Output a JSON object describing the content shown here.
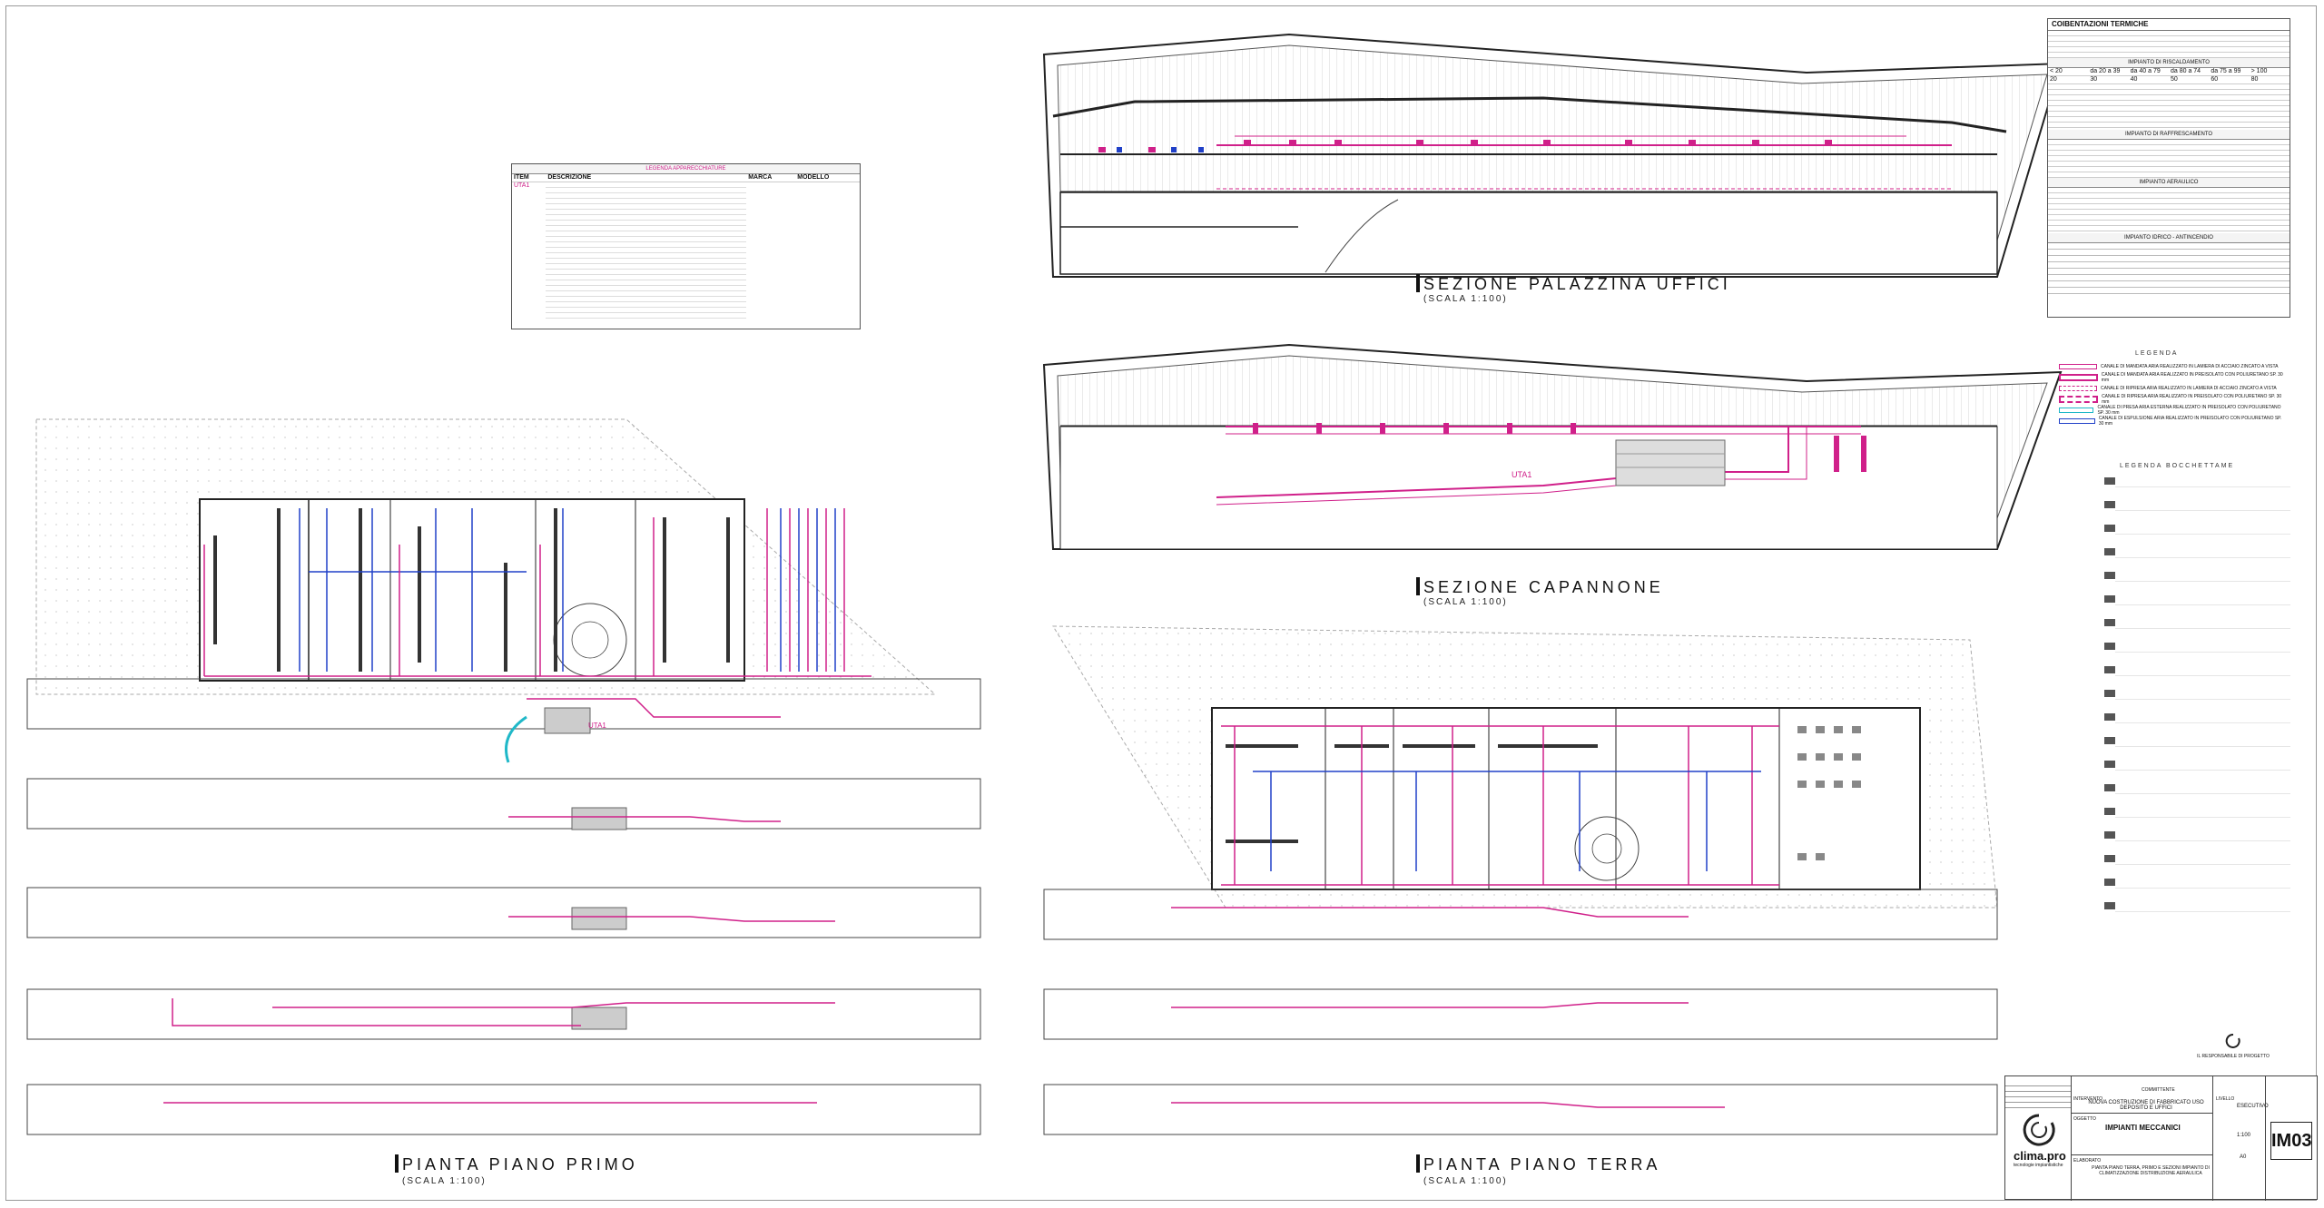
{
  "titles": {
    "palazzina": "SEZIONE PALAZZINA UFFICI",
    "capannone": "SEZIONE CAPANNONE",
    "primo": "PIANTA PIANO PRIMO",
    "terra": "PIANTA PIANO TERRA",
    "scale": "(SCALA 1:100)"
  },
  "legend_apparecchiature": {
    "title": "LEGENDA APPARECCHIATURE",
    "headers": [
      "ITEM",
      "DESCRIZIONE",
      "MARCA",
      "MODELLO"
    ],
    "item": "UTA1"
  },
  "coibentazioni": {
    "title": "COIBENTAZIONI TERMICHE",
    "sections": [
      "IMPIANTO DI RISCALDAMENTO",
      "IMPIANTO DI RAFFRESCAMENTO",
      "IMPIANTO AERAULICO",
      "IMPIANTO IDRICO - ANTINCENDIO"
    ],
    "diameters_header": [
      "< 20",
      "da 20 a 39",
      "da 40 a 79",
      "da 80 a 74",
      "da 75 a 99",
      "> 100"
    ],
    "diameters_values": [
      "20",
      "30",
      "40",
      "50",
      "60",
      "80"
    ]
  },
  "legenda": {
    "title": "LEGENDA",
    "items": [
      "CANALE DI MANDATA ARIA REALIZZATO IN LAMIERA DI ACCIAIO ZINCATO A VISTA",
      "CANALE DI MANDATA ARIA REALIZZATO IN PREISOLATO CON POLIURETANO SP. 30 mm",
      "CANALE DI RIPRESA ARIA REALIZZATO IN LAMIERA DI ACCIAIO ZINCATO A VISTA",
      "CANALE DI RIPRESA ARIA REALIZZATO IN PREISOLATO CON POLIURETANO SP. 30 mm",
      "CANALE DI PRESA ARIA ESTERNA REALIZZATO IN PREISOLATO CON POLIURETANO SP. 30 mm",
      "CANALE DI ESPULSIONE ARIA REALIZZATO IN PREISOLATO CON POLIURETANO SP. 30 mm"
    ]
  },
  "legenda_bocchettame": {
    "title": "LEGENDA BOCCHETTAME"
  },
  "labels": {
    "uta1": "UTA1"
  },
  "title_block": {
    "committente_label": "COMMITTENTE",
    "intervento_label": "INTERVENTO",
    "intervento": "NUOVA COSTRUZIONE DI FABBRICATO USO DEPOSITO E UFFICI",
    "oggetto_label": "OGGETTO",
    "oggetto": "IMPIANTI MECCANICI",
    "elaborato_label": "ELABORATO",
    "elaborato": "PIANTA PIANO TERRA, PRIMO E SEZIONI IMPIANTO DI CLIMATIZZAZIONE DISTRIBUZIONE AERAULICA",
    "livello_label": "LIVELLO",
    "livello": "ESECUTIVO",
    "scala": "1:100",
    "formato": "A0",
    "tavola": "IM03",
    "responsabile": "IL RESPONSABILE DI PROGETTO",
    "brand": "clima.pro",
    "brand_sub": "tecnologie impiantistiche"
  },
  "colors": {
    "magenta": "#d0208a",
    "blue": "#2040c8",
    "cyan": "#20b8c8",
    "line": "#222222",
    "light": "#9a9a9a"
  }
}
